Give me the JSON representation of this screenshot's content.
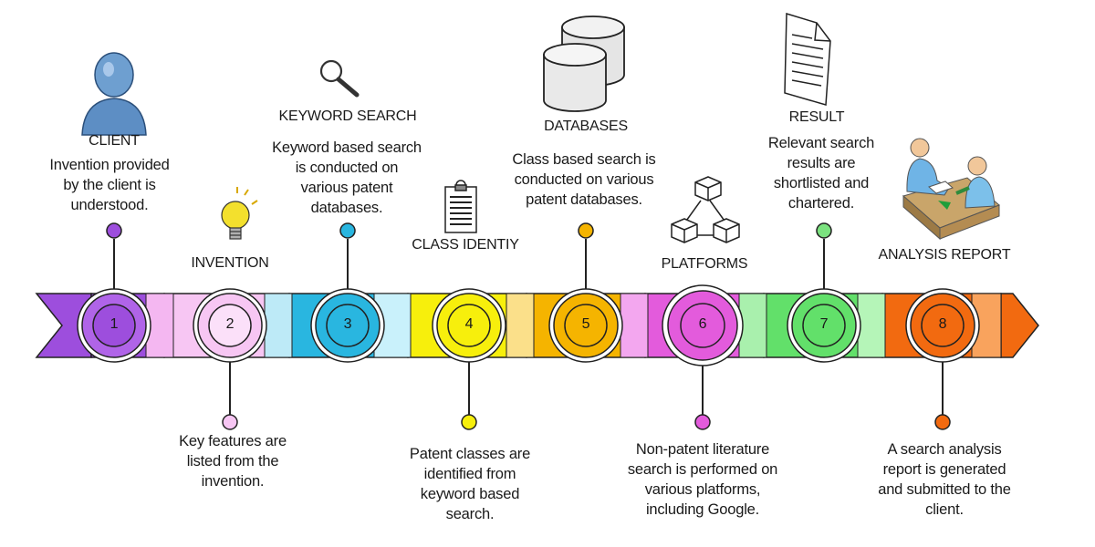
{
  "steps": [
    {
      "num": "1",
      "title": "CLIENT",
      "desc": "Invention provided\nby the client is\nunderstood.",
      "icon": "person-icon",
      "color": "#9d4edd"
    },
    {
      "num": "2",
      "title": "INVENTION",
      "desc": "Key features are\nlisted from the\ninvention.",
      "icon": "lightbulb-icon",
      "color": "#f2a6ee"
    },
    {
      "num": "3",
      "title": "KEYWORD SEARCH",
      "desc": "Keyword based search\nis conducted on\nvarious patent\ndatabases.",
      "icon": "magnifier-icon",
      "color": "#29b6e0"
    },
    {
      "num": "4",
      "title": "CLASS IDENTIY",
      "desc": "Patent classes are\nidentified from\nkeyword based\nsearch.",
      "icon": "clipboard-icon",
      "color": "#f7ef0c"
    },
    {
      "num": "5",
      "title": "DATABASES",
      "desc": "Class based search is\nconducted on various\npatent databases.",
      "icon": "database-icon",
      "color": "#f5b400"
    },
    {
      "num": "6",
      "title": "PLATFORMS",
      "desc": "Non-patent literature\nsearch is performed on\nvarious platforms,\nincluding  Google.",
      "icon": "cubes-network-icon",
      "color": "#e35bdc"
    },
    {
      "num": "7",
      "title": "RESULT",
      "desc": "Relevant search\nresults are\nshortlisted and\nchartered.",
      "icon": "document-icon",
      "color": "#62e06a"
    },
    {
      "num": "8",
      "title": "ANALYSIS REPORT",
      "desc": "A search analysis\nreport is generated\nand submitted to the\nclient.",
      "icon": "meeting-icon",
      "color": "#f26a10"
    }
  ]
}
